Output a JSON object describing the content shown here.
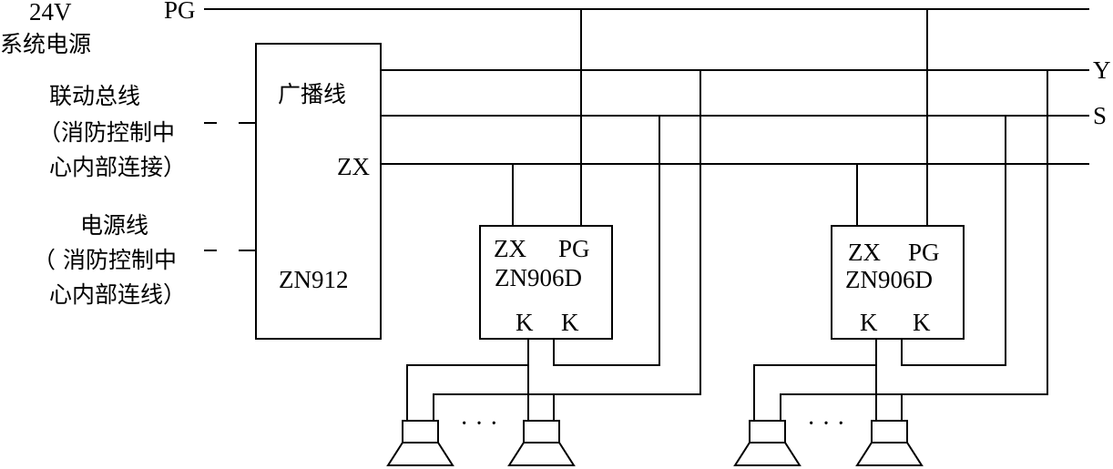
{
  "power_label": {
    "voltage": "24V",
    "desc": "系统电源"
  },
  "bus_labels": {
    "pg": "PG",
    "y": "Y",
    "s": "S"
  },
  "left_labels": {
    "linkage": [
      "联动总线",
      "（消防控制中",
      "心内部连接）"
    ],
    "power": [
      "电源线",
      "（ 消防控制中",
      "心内部连线）"
    ]
  },
  "main_box": {
    "broadcast": "广播线",
    "zx": "ZX",
    "model": "ZN912"
  },
  "modules": [
    {
      "zx": "ZX",
      "pg": "PG",
      "model": "ZN906D",
      "k1": "K",
      "k2": "K",
      "dots": "· · ·"
    },
    {
      "zx": "ZX",
      "pg": "PG",
      "model": "ZN906D",
      "k1": "K",
      "k2": "K",
      "dots": "· · ·"
    }
  ]
}
